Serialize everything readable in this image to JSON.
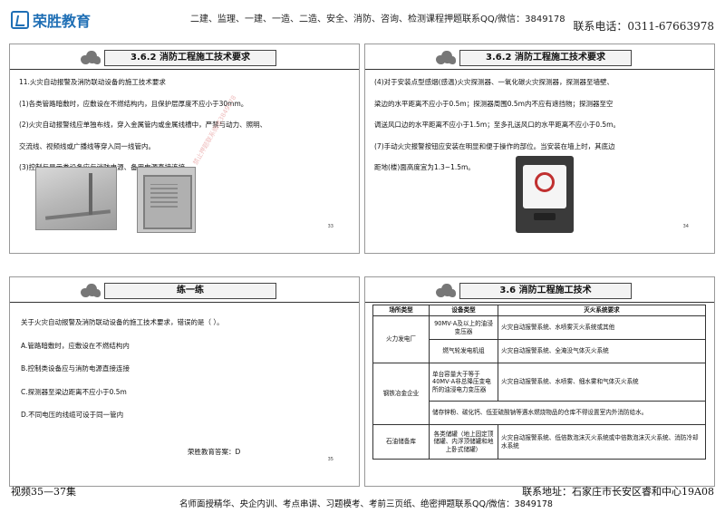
{
  "header": {
    "logo": "荣胜教育",
    "center": "二建、监理、一建、一造、二造、安全、消防、咨询、检测课程押题联系QQ/微信：3849178",
    "phone": "联系电话：0311-67663978"
  },
  "slide1": {
    "title": "3.6.2 消防工程施工技术要求",
    "lines": [
      "11.火灾自动报警及消防联动设备的施工技术要求",
      "(1)各类管路暗敷时，应敷设在不燃结构内，且保护层厚度不应小于30mm。",
      "(2)火灾自动报警线应单独布线，穿入金属管内或金属线槽中，严禁与动力、照明、",
      "交流线、视频线或广播线等穿入同一线管内。",
      "(3)控制与显示类设备应与消防电源、备用电源直接连接。"
    ],
    "watermark": "禁止押题联系微信3849178",
    "page": "33"
  },
  "slide2": {
    "title": "3.6.2 消防工程施工技术要求",
    "lines": [
      "(4)对于安装点型感烟(感温)火灾探测器、一氧化碳火灾探测器，探测器至墙壁、",
      "梁边的水平距离不应小于0.5m；探测器周围0.5m内不应有遮挡物；探测器至空",
      "调送风口边的水平距离不应小于1.5m；至多孔送风口的水平距离不应小于0.5m。",
      "(7)手动火灾报警按钮应安装在明显和便于操作的部位。当安装在墙上时，其底边",
      "距地(楼)面高度宜为1.3~1.5m。"
    ],
    "page": "34"
  },
  "slide3": {
    "title": "练一练",
    "question": "关于火灾自动报警及消防联动设备的施工技术要求，错误的是（    ）。",
    "options": [
      "A.管路暗敷时，应敷设在不燃结构内",
      "B.控制类设备应与消防电源直接连接",
      "C.探测器至梁边距离不应小于0.5m",
      "D.不同电压的线缆可设于同一管内"
    ],
    "answer": "荣胜教育答案：D",
    "page": "35"
  },
  "slide4": {
    "title": "3.6  消防工程施工技术",
    "headers": [
      "场所类型",
      "设备类型",
      "灭火系统要求"
    ],
    "rows": [
      {
        "place": "火力发电厂",
        "equip": "90MV·A及以上的油浸变压器",
        "req": "火灾自动报警系统、水喷雾灭火系统或其他"
      },
      {
        "place": "",
        "equip": "燃气轮发电机组",
        "req": "火灾自动报警系统、全淹没气体灭火系统"
      },
      {
        "place": "钢铁冶金企业",
        "equip": "单台容量大于等于40MV·A非总降压变电所的油浸电力变压器",
        "req": "火灾自动报警系统、水喷雾、细水雾和气体灭火系统"
      },
      {
        "place": "",
        "equip": "储存锌粉、碳化钙、低亚硫酸钠等遇水燃烧物品的仓库不得设置室内外消防给水。",
        "req": ""
      },
      {
        "place": "石油储备库",
        "equip": "各类储罐（地上固定顶储罐、内浮顶储罐和地上卧式储罐）",
        "req": "火灾自动报警系统、低倍数泡沫灭火系统或中倍数泡沫灭火系统、消防冷却水系统"
      }
    ]
  },
  "footer": {
    "left": "视频35—37集",
    "right": "联系地址：石家庄市长安区睿和中心19A08",
    "center": "名师面授精华、央企内训、考点串讲、习题模考、考前三页纸、绝密押题联系QQ/微信：3849178"
  }
}
